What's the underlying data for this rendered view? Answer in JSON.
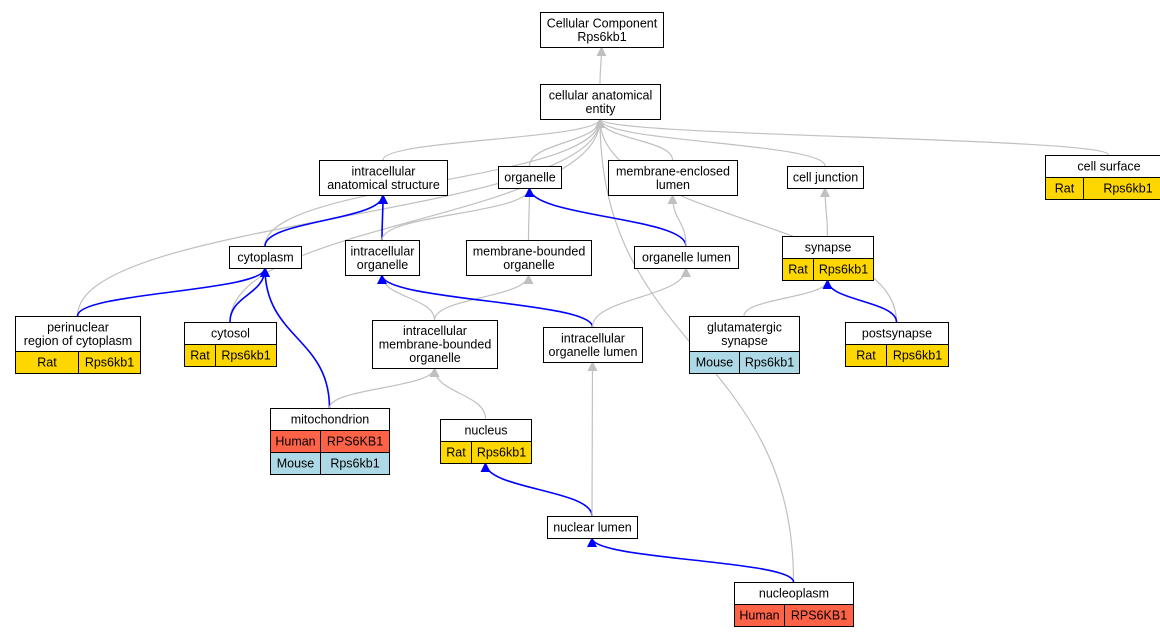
{
  "colors": {
    "white": "#ffffff",
    "rat": "#ffd700",
    "human": "#ff6347",
    "mouse": "#add8e6",
    "edge_grey": "#c0c0c0",
    "edge_blue": "#0000ff"
  },
  "nodes": [
    {
      "id": "root",
      "lines": [
        "Cellular Component",
        "Rps6kb1"
      ]
    },
    {
      "id": "cae",
      "lines": [
        "cellular anatomical",
        "entity"
      ]
    },
    {
      "id": "ias",
      "lines": [
        "intracellular",
        "anatomical structure"
      ]
    },
    {
      "id": "org",
      "lines": [
        "organelle"
      ]
    },
    {
      "id": "mel",
      "lines": [
        "membrane-enclosed",
        "lumen"
      ]
    },
    {
      "id": "cj",
      "lines": [
        "cell junction"
      ]
    },
    {
      "id": "cs",
      "lines": [
        "cell surface"
      ],
      "tags": [
        {
          "species": "Rat",
          "gene": "Rps6kb1",
          "color": "rat"
        }
      ]
    },
    {
      "id": "cyto",
      "lines": [
        "cytoplasm"
      ]
    },
    {
      "id": "io",
      "lines": [
        "intracellular",
        "organelle"
      ]
    },
    {
      "id": "mbo",
      "lines": [
        "membrane-bounded",
        "organelle"
      ]
    },
    {
      "id": "ol",
      "lines": [
        "organelle lumen"
      ]
    },
    {
      "id": "syn",
      "lines": [
        "synapse"
      ],
      "tags": [
        {
          "species": "Rat",
          "gene": "Rps6kb1",
          "color": "rat"
        }
      ]
    },
    {
      "id": "prc",
      "lines": [
        "perinuclear",
        "region of cytoplasm"
      ],
      "tags": [
        {
          "species": "Rat",
          "gene": "Rps6kb1",
          "color": "rat"
        }
      ]
    },
    {
      "id": "cytosol",
      "lines": [
        "cytosol"
      ],
      "tags": [
        {
          "species": "Rat",
          "gene": "Rps6kb1",
          "color": "rat"
        }
      ]
    },
    {
      "id": "imbo",
      "lines": [
        "intracellular",
        "membrane-bounded",
        "organelle"
      ]
    },
    {
      "id": "iol",
      "lines": [
        "intracellular",
        "organelle lumen"
      ]
    },
    {
      "id": "gs",
      "lines": [
        "glutamatergic",
        "synapse"
      ],
      "tags": [
        {
          "species": "Mouse",
          "gene": "Rps6kb1",
          "color": "mouse"
        }
      ]
    },
    {
      "id": "ps",
      "lines": [
        "postsynapse"
      ],
      "tags": [
        {
          "species": "Rat",
          "gene": "Rps6kb1",
          "color": "rat"
        }
      ]
    },
    {
      "id": "mito",
      "lines": [
        "mitochondrion"
      ],
      "tags": [
        {
          "species": "Human",
          "gene": "RPS6KB1",
          "color": "human"
        },
        {
          "species": "Mouse",
          "gene": "Rps6kb1",
          "color": "mouse"
        }
      ]
    },
    {
      "id": "nuc",
      "lines": [
        "nucleus"
      ],
      "tags": [
        {
          "species": "Rat",
          "gene": "Rps6kb1",
          "color": "rat"
        }
      ]
    },
    {
      "id": "nl",
      "lines": [
        "nuclear lumen"
      ]
    },
    {
      "id": "np",
      "lines": [
        "nucleoplasm"
      ],
      "tags": [
        {
          "species": "Human",
          "gene": "RPS6KB1",
          "color": "human"
        }
      ]
    }
  ],
  "edges": [
    {
      "from": "cae",
      "to": "root",
      "color": "grey"
    },
    {
      "from": "ias",
      "to": "cae",
      "color": "grey"
    },
    {
      "from": "org",
      "to": "cae",
      "color": "grey"
    },
    {
      "from": "mel",
      "to": "cae",
      "color": "grey"
    },
    {
      "from": "cj",
      "to": "cae",
      "color": "grey"
    },
    {
      "from": "cs",
      "to": "cae",
      "color": "grey"
    },
    {
      "from": "cyto",
      "to": "cae",
      "color": "grey"
    },
    {
      "from": "prc",
      "to": "cae",
      "color": "grey"
    },
    {
      "from": "cytosol",
      "to": "cae",
      "color": "grey"
    },
    {
      "from": "ps",
      "to": "cae",
      "color": "grey"
    },
    {
      "from": "np",
      "to": "cae",
      "color": "grey"
    },
    {
      "from": "cyto",
      "to": "ias",
      "color": "blue"
    },
    {
      "from": "io",
      "to": "ias",
      "color": "blue"
    },
    {
      "from": "io",
      "to": "org",
      "color": "grey"
    },
    {
      "from": "mbo",
      "to": "org",
      "color": "grey"
    },
    {
      "from": "ol",
      "to": "org",
      "color": "blue"
    },
    {
      "from": "ol",
      "to": "mel",
      "color": "grey"
    },
    {
      "from": "syn",
      "to": "cj",
      "color": "grey"
    },
    {
      "from": "prc",
      "to": "cyto",
      "color": "blue"
    },
    {
      "from": "cytosol",
      "to": "cyto",
      "color": "blue"
    },
    {
      "from": "mito",
      "to": "cyto",
      "color": "blue"
    },
    {
      "from": "imbo",
      "to": "io",
      "color": "grey"
    },
    {
      "from": "imbo",
      "to": "mbo",
      "color": "grey"
    },
    {
      "from": "iol",
      "to": "io",
      "color": "blue"
    },
    {
      "from": "iol",
      "to": "ol",
      "color": "grey"
    },
    {
      "from": "gs",
      "to": "syn",
      "color": "grey"
    },
    {
      "from": "ps",
      "to": "syn",
      "color": "blue"
    },
    {
      "from": "mito",
      "to": "imbo",
      "color": "grey"
    },
    {
      "from": "nuc",
      "to": "imbo",
      "color": "grey"
    },
    {
      "from": "nl",
      "to": "nuc",
      "color": "blue"
    },
    {
      "from": "nl",
      "to": "iol",
      "color": "grey"
    },
    {
      "from": "np",
      "to": "nl",
      "color": "blue"
    }
  ]
}
